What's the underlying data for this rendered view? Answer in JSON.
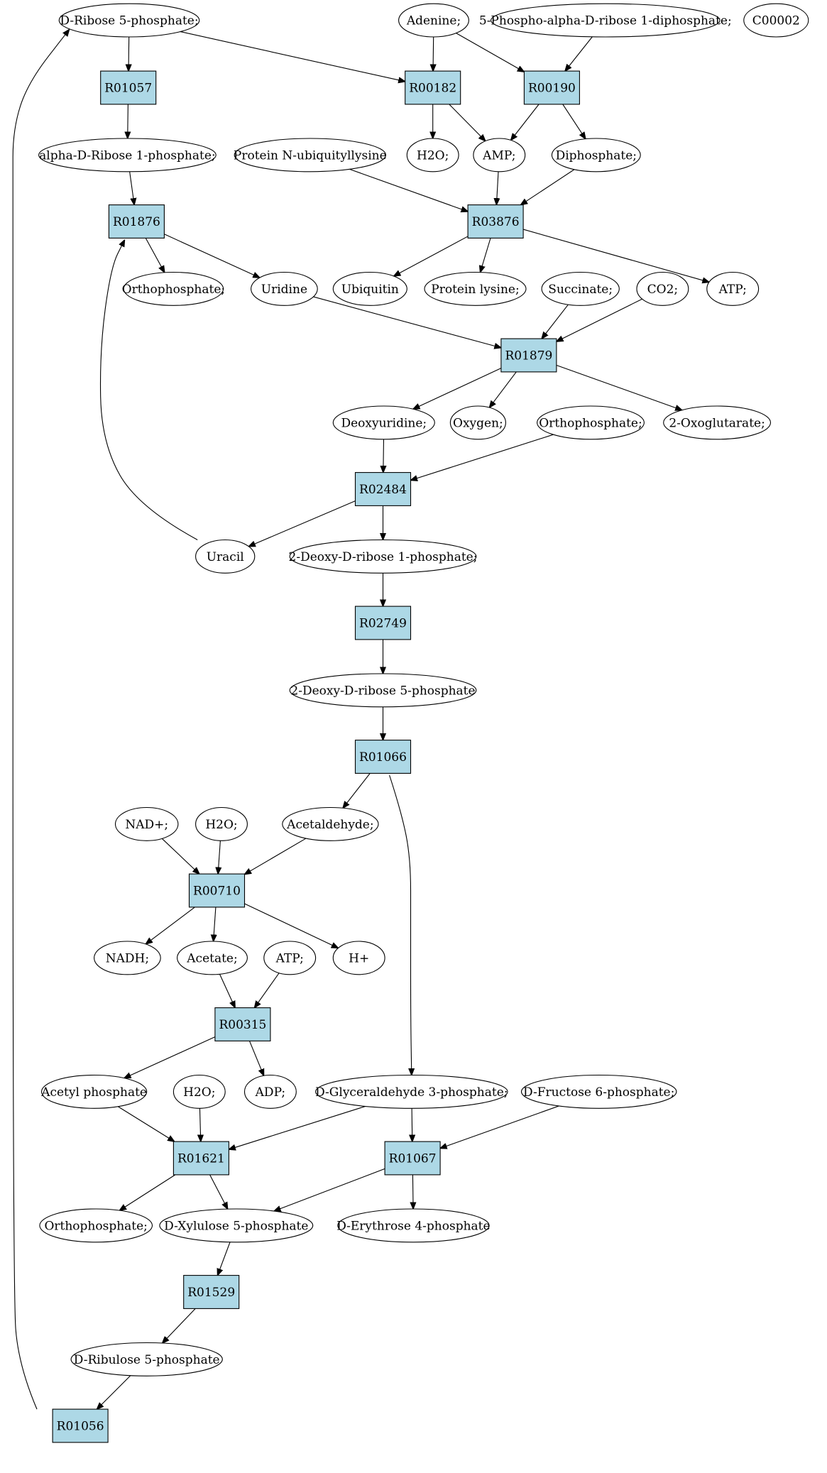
{
  "colors": {
    "highlight": "#00ee00",
    "marker": "#ffff00",
    "reaction": "#add8e6",
    "compound": "#ffffff"
  },
  "nodes": {
    "r5p": {
      "label": "D-Ribose 5-phosphate;",
      "kind": "compound",
      "fill": "#00ee00"
    },
    "adenine": {
      "label": "Adenine;",
      "kind": "compound"
    },
    "prpp": {
      "label": "5-Phospho-alpha-D-ribose 1-diphosphate;",
      "kind": "compound"
    },
    "c00002": {
      "label": "C00002",
      "kind": "compound",
      "fill": "#ffff00"
    },
    "R01057": {
      "label": "R01057",
      "kind": "reaction"
    },
    "R00182": {
      "label": "R00182",
      "kind": "reaction"
    },
    "R00190": {
      "label": "R00190",
      "kind": "reaction"
    },
    "ar1p": {
      "label": "alpha-D-Ribose 1-phosphate;",
      "kind": "compound"
    },
    "protnub": {
      "label": "Protein N-ubiquityllysine",
      "kind": "compound"
    },
    "h2o_a": {
      "label": "H2O;",
      "kind": "compound"
    },
    "amp": {
      "label": "AMP;",
      "kind": "compound"
    },
    "diphos": {
      "label": "Diphosphate;",
      "kind": "compound"
    },
    "R01876": {
      "label": "R01876",
      "kind": "reaction"
    },
    "R03876": {
      "label": "R03876",
      "kind": "reaction"
    },
    "orthop_a": {
      "label": "Orthophosphate;",
      "kind": "compound"
    },
    "uridine": {
      "label": "Uridine",
      "kind": "compound"
    },
    "ubiquitin": {
      "label": "Ubiquitin",
      "kind": "compound"
    },
    "protlys": {
      "label": "Protein lysine;",
      "kind": "compound"
    },
    "succinate": {
      "label": "Succinate;",
      "kind": "compound"
    },
    "co2": {
      "label": "CO2;",
      "kind": "compound"
    },
    "atp_a": {
      "label": "ATP;",
      "kind": "compound"
    },
    "R01879": {
      "label": "R01879",
      "kind": "reaction"
    },
    "deoxyuridine": {
      "label": "Deoxyuridine;",
      "kind": "compound"
    },
    "oxygen": {
      "label": "Oxygen;",
      "kind": "compound"
    },
    "orthop_b": {
      "label": "Orthophosphate;",
      "kind": "compound"
    },
    "oxoglut": {
      "label": "2-Oxoglutarate;",
      "kind": "compound"
    },
    "R02484": {
      "label": "R02484",
      "kind": "reaction"
    },
    "uracil": {
      "label": "Uracil",
      "kind": "compound"
    },
    "dr1p": {
      "label": "2-Deoxy-D-ribose 1-phosphate;",
      "kind": "compound"
    },
    "R02749": {
      "label": "R02749",
      "kind": "reaction"
    },
    "dr5p": {
      "label": "2-Deoxy-D-ribose 5-phosphate",
      "kind": "compound"
    },
    "R01066": {
      "label": "R01066",
      "kind": "reaction"
    },
    "nad": {
      "label": "NAD+;",
      "kind": "compound"
    },
    "h2o_b": {
      "label": "H2O;",
      "kind": "compound"
    },
    "acetald": {
      "label": "Acetaldehyde;",
      "kind": "compound"
    },
    "R00710": {
      "label": "R00710",
      "kind": "reaction"
    },
    "nadh": {
      "label": "NADH;",
      "kind": "compound"
    },
    "acetate": {
      "label": "Acetate;",
      "kind": "compound"
    },
    "atp_b": {
      "label": "ATP;",
      "kind": "compound"
    },
    "hplus": {
      "label": "H+",
      "kind": "compound"
    },
    "R00315": {
      "label": "R00315",
      "kind": "reaction"
    },
    "acetylp": {
      "label": "Acetyl phosphate",
      "kind": "compound"
    },
    "h2o_c": {
      "label": "H2O;",
      "kind": "compound"
    },
    "adp": {
      "label": "ADP;",
      "kind": "compound"
    },
    "g3p": {
      "label": "D-Glyceraldehyde 3-phosphate;",
      "kind": "compound"
    },
    "f6p": {
      "label": "D-Fructose 6-phosphate;",
      "kind": "compound"
    },
    "R01621": {
      "label": "R01621",
      "kind": "reaction"
    },
    "R01067": {
      "label": "R01067",
      "kind": "reaction"
    },
    "orthop_c": {
      "label": "Orthophosphate;",
      "kind": "compound"
    },
    "x5p": {
      "label": "D-Xylulose 5-phosphate",
      "kind": "compound"
    },
    "e4p": {
      "label": "D-Erythrose 4-phosphate",
      "kind": "compound"
    },
    "R01529": {
      "label": "R01529",
      "kind": "reaction"
    },
    "ru5p": {
      "label": "D-Ribulose 5-phosphate",
      "kind": "compound"
    },
    "R01056": {
      "label": "R01056",
      "kind": "reaction"
    }
  },
  "edges": [
    [
      "r5p",
      "R01057"
    ],
    [
      "r5p",
      "R00182"
    ],
    [
      "adenine",
      "R00182"
    ],
    [
      "adenine",
      "R00190"
    ],
    [
      "prpp",
      "R00190"
    ],
    [
      "R01057",
      "ar1p"
    ],
    [
      "R00182",
      "h2o_a"
    ],
    [
      "R00182",
      "amp"
    ],
    [
      "R00190",
      "amp"
    ],
    [
      "R00190",
      "diphos"
    ],
    [
      "ar1p",
      "R01876"
    ],
    [
      "protnub",
      "R03876"
    ],
    [
      "amp",
      "R03876"
    ],
    [
      "diphos",
      "R03876"
    ],
    [
      "R01876",
      "orthop_a"
    ],
    [
      "R01876",
      "uridine"
    ],
    [
      "R03876",
      "ubiquitin"
    ],
    [
      "R03876",
      "protlys"
    ],
    [
      "R03876",
      "atp_a"
    ],
    [
      "uridine",
      "R01879"
    ],
    [
      "succinate",
      "R01879"
    ],
    [
      "co2",
      "R01879"
    ],
    [
      "R01879",
      "deoxyuridine"
    ],
    [
      "R01879",
      "oxygen"
    ],
    [
      "R01879",
      "oxoglut"
    ],
    [
      "deoxyuridine",
      "R02484"
    ],
    [
      "orthop_b",
      "R02484"
    ],
    [
      "R02484",
      "uracil"
    ],
    [
      "R02484",
      "dr1p"
    ],
    [
      "uracil",
      "R01876"
    ],
    [
      "dr1p",
      "R02749"
    ],
    [
      "R02749",
      "dr5p"
    ],
    [
      "dr5p",
      "R01066"
    ],
    [
      "R01066",
      "acetald"
    ],
    [
      "R01066",
      "g3p"
    ],
    [
      "nad",
      "R00710"
    ],
    [
      "h2o_b",
      "R00710"
    ],
    [
      "acetald",
      "R00710"
    ],
    [
      "R00710",
      "nadh"
    ],
    [
      "R00710",
      "acetate"
    ],
    [
      "R00710",
      "hplus"
    ],
    [
      "acetate",
      "R00315"
    ],
    [
      "atp_b",
      "R00315"
    ],
    [
      "R00315",
      "acetylp"
    ],
    [
      "R00315",
      "adp"
    ],
    [
      "acetylp",
      "R01621"
    ],
    [
      "h2o_c",
      "R01621"
    ],
    [
      "g3p",
      "R01621"
    ],
    [
      "g3p",
      "R01067"
    ],
    [
      "f6p",
      "R01067"
    ],
    [
      "R01621",
      "orthop_c"
    ],
    [
      "R01621",
      "x5p"
    ],
    [
      "R01067",
      "x5p"
    ],
    [
      "R01067",
      "e4p"
    ],
    [
      "x5p",
      "R01529"
    ],
    [
      "R01529",
      "ru5p"
    ],
    [
      "ru5p",
      "R01056"
    ],
    [
      "R01056",
      "r5p"
    ]
  ]
}
